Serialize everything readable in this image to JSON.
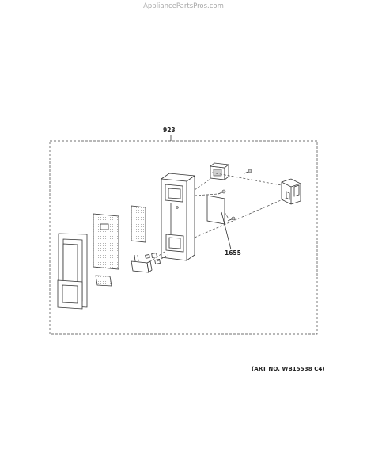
{
  "header": {
    "watermark": "AppliancePartsPros.com"
  },
  "diagram": {
    "callouts": [
      {
        "id": "assembly",
        "label": "923"
      },
      {
        "id": "part",
        "label": "1655"
      }
    ],
    "art_number": "(ART NO. WB15538 C4)"
  }
}
